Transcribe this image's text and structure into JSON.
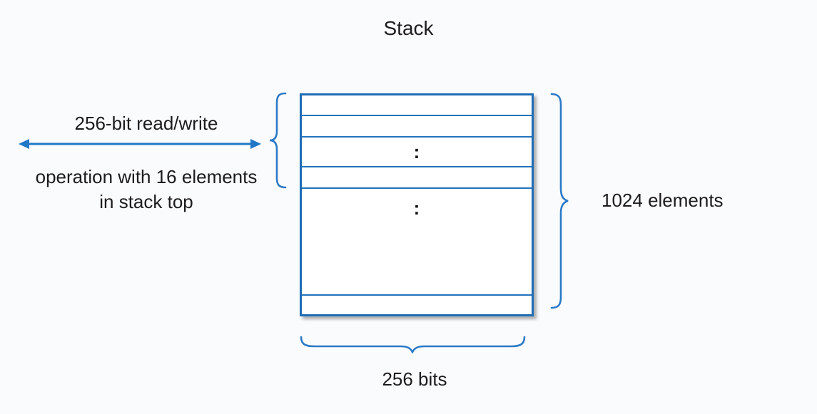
{
  "diagram": {
    "title": "Stack",
    "left_annotation": {
      "arrow_label": "256-bit read/write",
      "line2": "operation with 16 elements",
      "line3": "in stack top"
    },
    "right_annotation": "1024 elements",
    "bottom_annotation": "256 bits",
    "stack": {
      "row_count": 6,
      "ellipsis": ":"
    },
    "colors": {
      "background": "#fafbfd",
      "box_border": "#1e6cb5",
      "row_separator": "#2273bb",
      "brace": "#2b7ac8",
      "arrow": "#2077c6",
      "text": "#1c1c1c"
    }
  }
}
